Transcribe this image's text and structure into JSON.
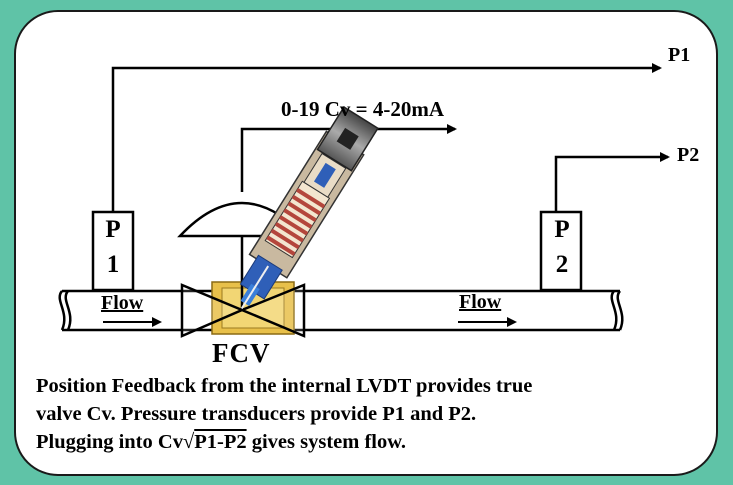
{
  "diagram": {
    "signal_p1": "P1",
    "signal_p2": "P2",
    "range_label": "0-19 Cv = 4-20mA",
    "transmitter_1": {
      "line1": "P",
      "line2": "1"
    },
    "transmitter_2": {
      "line1": "P",
      "line2": "2"
    },
    "flow_left": "Flow",
    "flow_right": "Flow",
    "valve_label": "FCV"
  },
  "caption": {
    "line1": "Position Feedback from the internal LVDT provides true",
    "line2": "valve Cv.  Pressure transducers provide P1 and P2.",
    "line3_before": "Plugging into Cv",
    "line3_sqrt_symbol": "√",
    "line3_radicand": "P1-P2",
    "line3_after": " gives system flow."
  },
  "colors": {
    "background": "#5fc3a7",
    "panel": "#ffffff",
    "lines": "#000000",
    "valve_body": "#e8c04a",
    "actuator_coil": "#b4463c",
    "actuator_blue": "#2f5fb8"
  }
}
